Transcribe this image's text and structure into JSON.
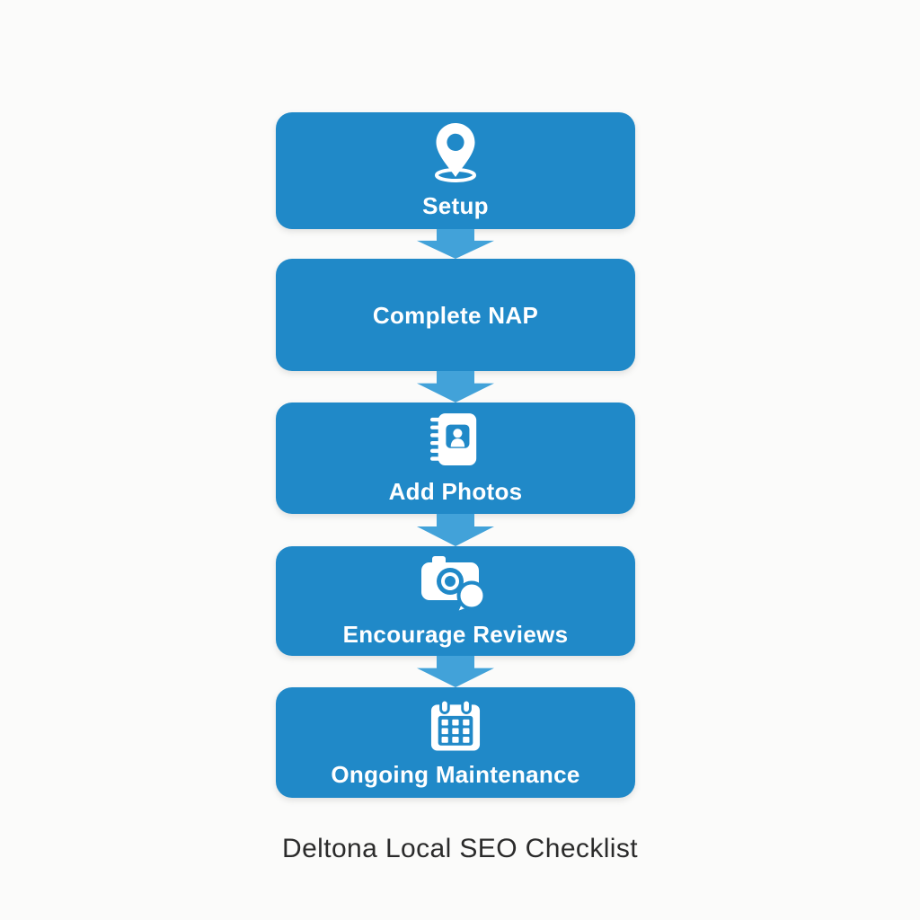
{
  "colors": {
    "background": "#fbfbfa",
    "box": "#2089c8",
    "arrow": "#42a2d9",
    "label_text": "#ffffff",
    "caption_text": "#2b2b2b"
  },
  "flowchart": {
    "type": "vertical-process-flow",
    "steps": [
      {
        "label": "Setup",
        "icon": "location-pin-icon"
      },
      {
        "label": "Complete NAP",
        "icon": ""
      },
      {
        "label": "Add Photos",
        "icon": "contact-book-icon"
      },
      {
        "label": "Encourage Reviews",
        "icon": "camera-speech-bubble-icon"
      },
      {
        "label": "Ongoing Maintenance",
        "icon": "calendar-icon"
      }
    ],
    "connector": "down-block-arrow"
  },
  "caption": {
    "text": "Deltona Local SEO Checklist"
  }
}
